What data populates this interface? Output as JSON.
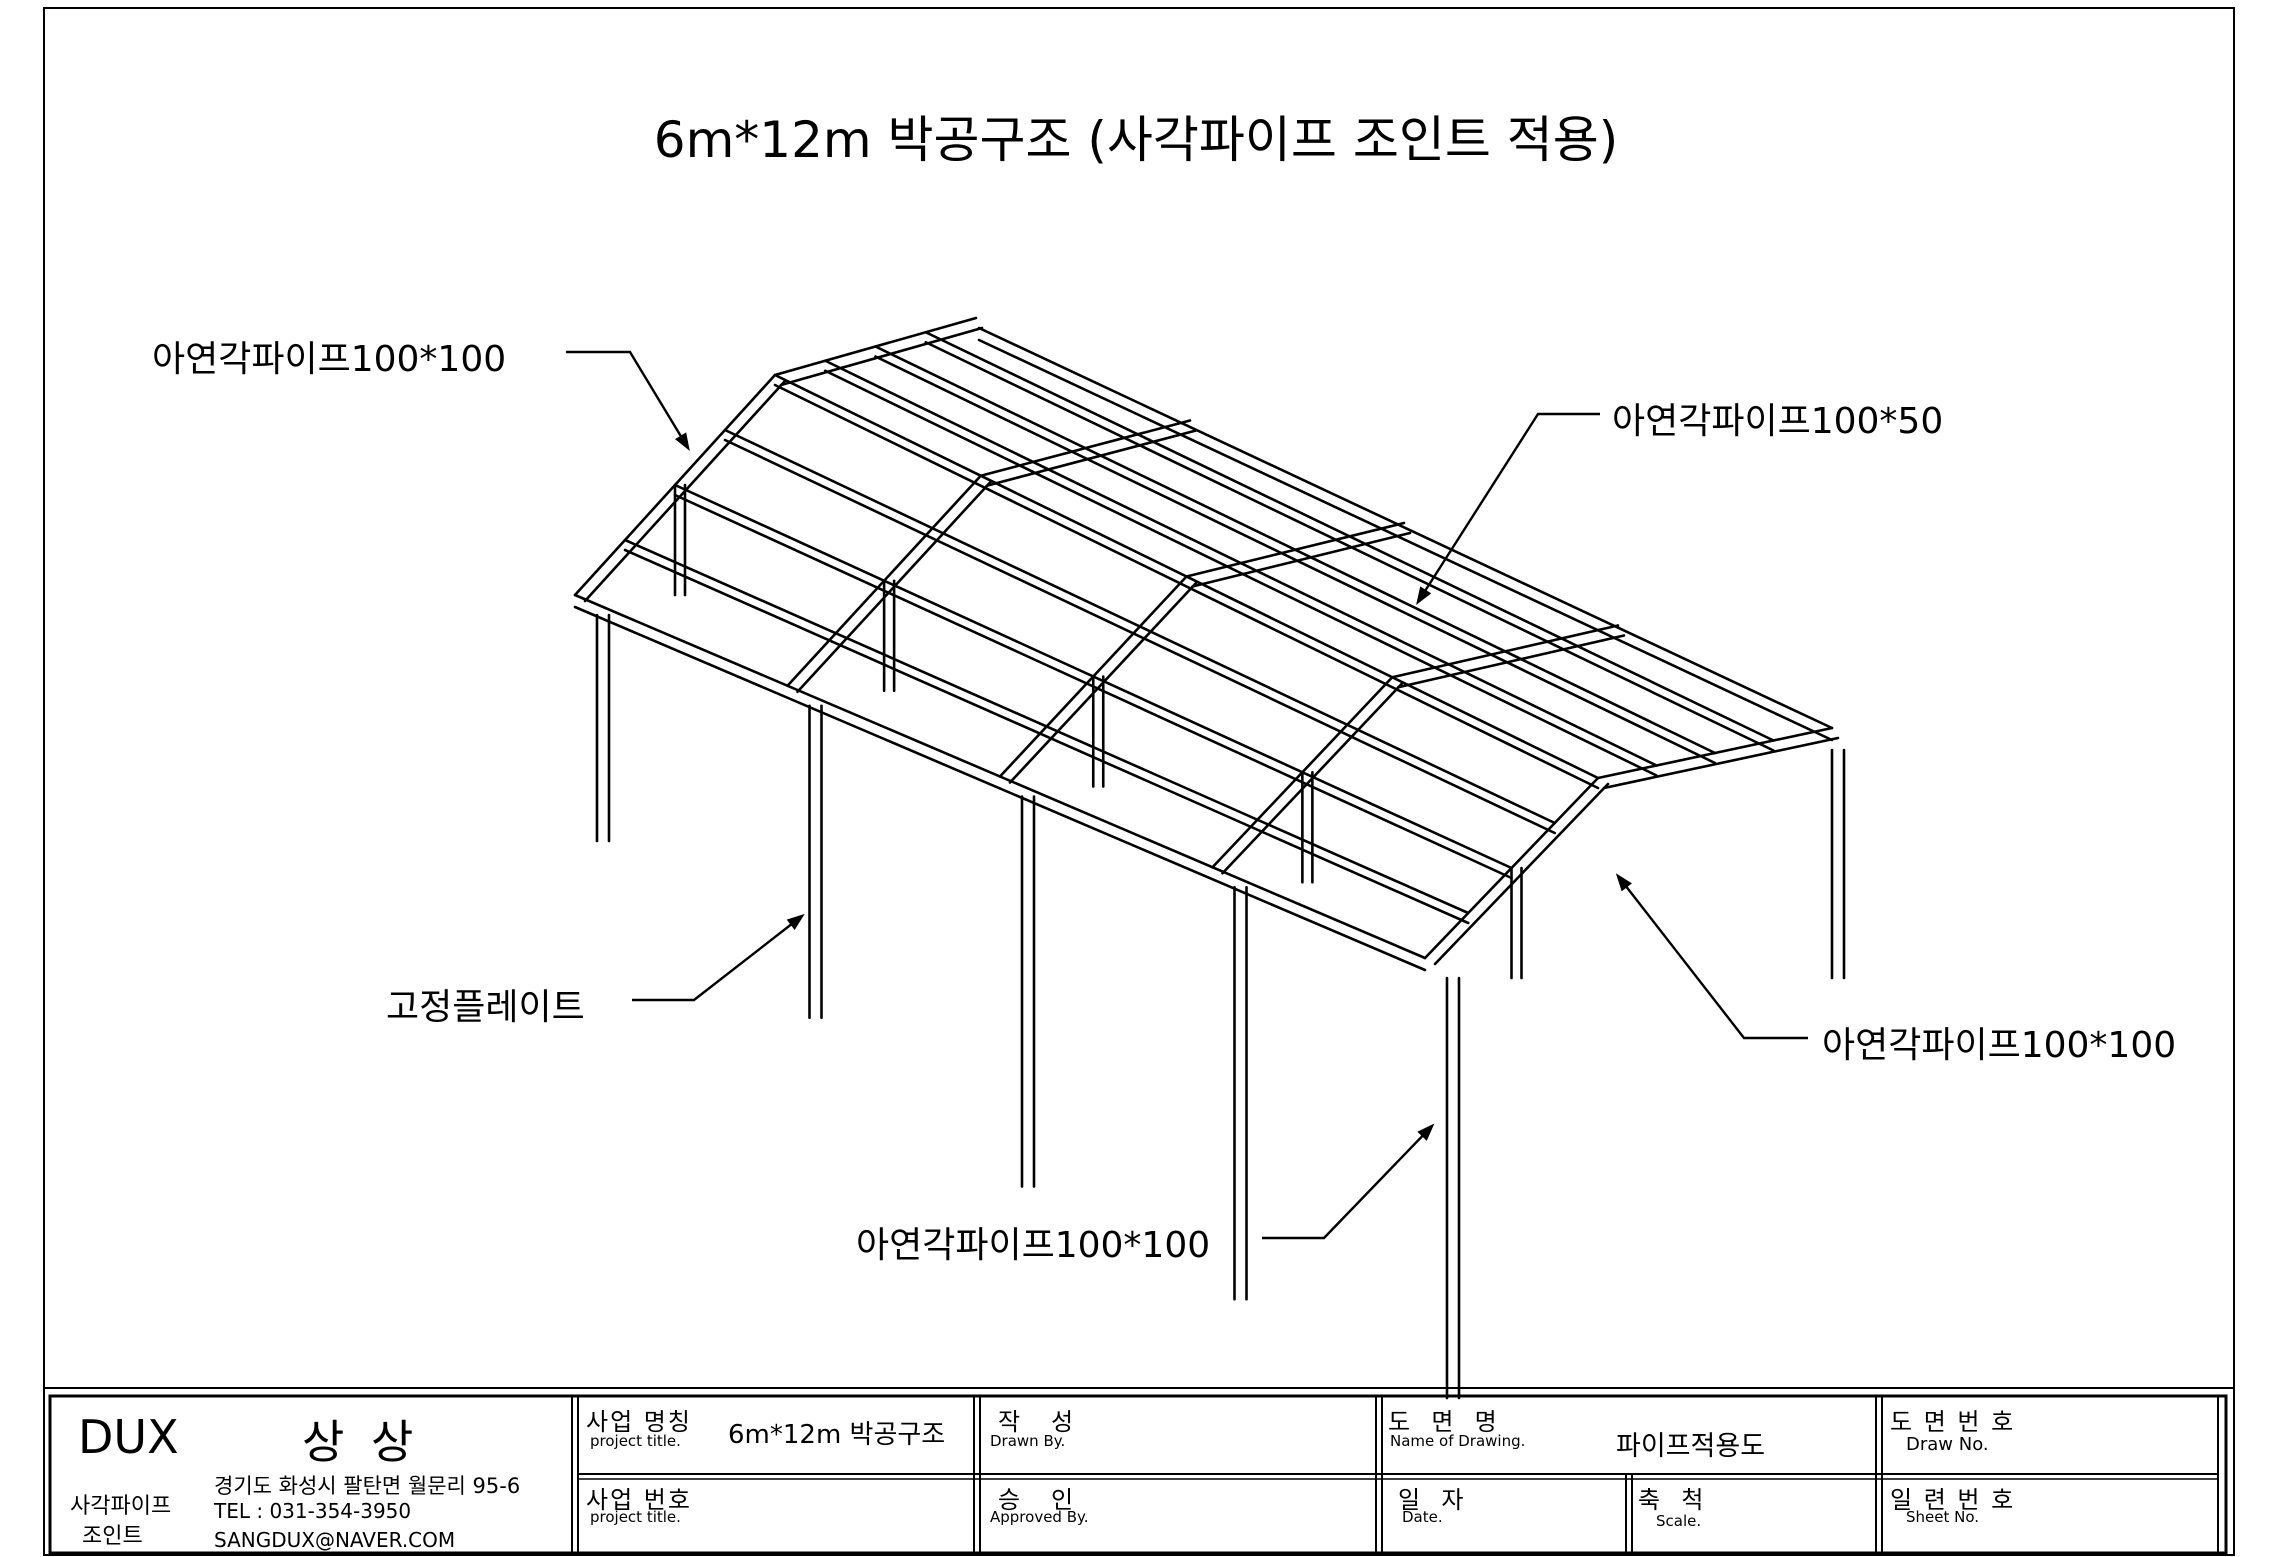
{
  "title": "6m*12m 박공구조  (사각파이프 조인트 적용)",
  "callouts": {
    "top_left": "아연각파이프100*100",
    "top_right": "아연각파이프100*50",
    "fixing_plate": "고정플레이트",
    "right": "아연각파이프100*100",
    "bottom": "아연각파이프100*100"
  },
  "title_block": {
    "company": {
      "brand": "DUX",
      "name": "상 상",
      "product_line1": "사각파이프",
      "product_line2": "조인트",
      "address": "경기도 화성시 팔탄면 월문리 95-6",
      "tel": "TEL : 031-354-3950",
      "email": "SANGDUX@NAVER.COM"
    },
    "project_name_label": "사업 명칭",
    "project_name_sub": "project title.",
    "project_name_value": "6m*12m 박공구조",
    "project_no_label": "사업 번호",
    "project_no_sub": "project title.",
    "drawn_label": "작   성",
    "drawn_sub": "Drawn By.",
    "approved_label": "승   인",
    "approved_sub": "Approved By.",
    "drawing_name_label": "도  면  명",
    "drawing_name_sub": "Name of Drawing.",
    "drawing_name_value": "파이프적용도",
    "date_label": "일  자",
    "date_sub": "Date.",
    "scale_label": "축  척",
    "scale_sub": "Scale.",
    "drawing_no_label": "도 면 번 호",
    "drawing_no_sub": "Draw No.",
    "sheet_no_label": "일 련 번 호",
    "sheet_no_sub": "Sheet No."
  }
}
